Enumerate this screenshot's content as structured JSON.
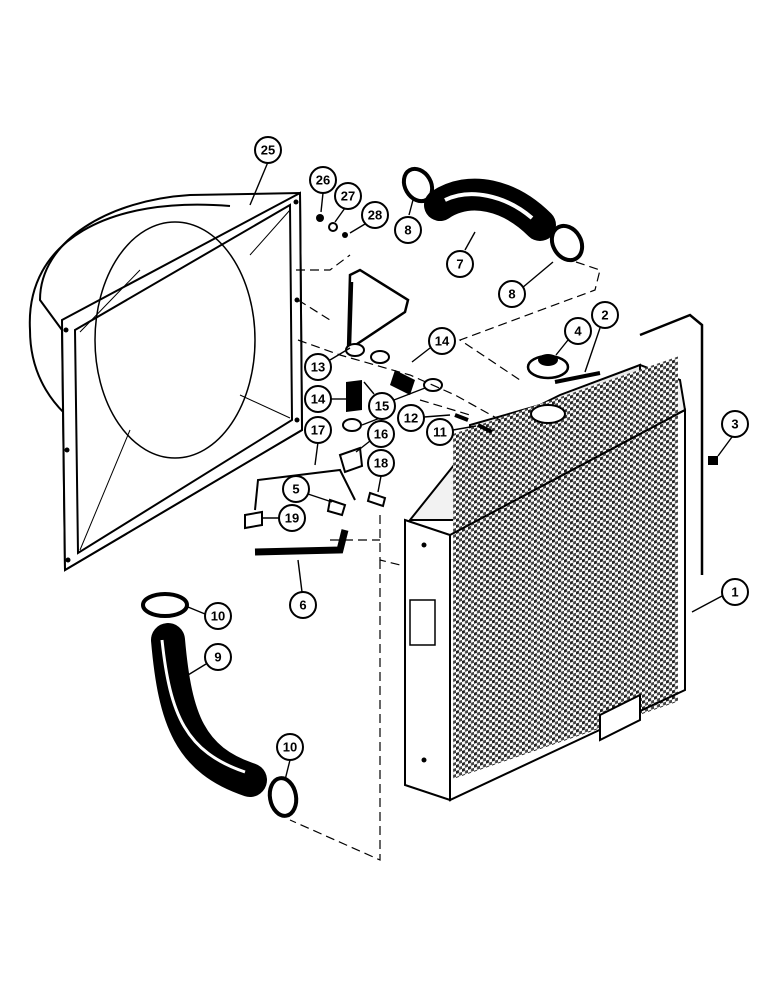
{
  "diagram": {
    "callouts": [
      {
        "id": "c25",
        "label": "25"
      },
      {
        "id": "c26",
        "label": "26"
      },
      {
        "id": "c27",
        "label": "27"
      },
      {
        "id": "c28",
        "label": "28"
      },
      {
        "id": "c8a",
        "label": "8"
      },
      {
        "id": "c7",
        "label": "7"
      },
      {
        "id": "c8b",
        "label": "8"
      },
      {
        "id": "c4",
        "label": "4"
      },
      {
        "id": "c2",
        "label": "2"
      },
      {
        "id": "c14a",
        "label": "14"
      },
      {
        "id": "c13",
        "label": "13"
      },
      {
        "id": "c14b",
        "label": "14"
      },
      {
        "id": "c15",
        "label": "15"
      },
      {
        "id": "c12",
        "label": "12"
      },
      {
        "id": "c11",
        "label": "11"
      },
      {
        "id": "c17",
        "label": "17"
      },
      {
        "id": "c16",
        "label": "16"
      },
      {
        "id": "c18",
        "label": "18"
      },
      {
        "id": "c5",
        "label": "5"
      },
      {
        "id": "c19",
        "label": "19"
      },
      {
        "id": "c6",
        "label": "6"
      },
      {
        "id": "c3",
        "label": "3"
      },
      {
        "id": "c1",
        "label": "1"
      },
      {
        "id": "c10a",
        "label": "10"
      },
      {
        "id": "c9",
        "label": "9"
      },
      {
        "id": "c10b",
        "label": "10"
      }
    ]
  }
}
